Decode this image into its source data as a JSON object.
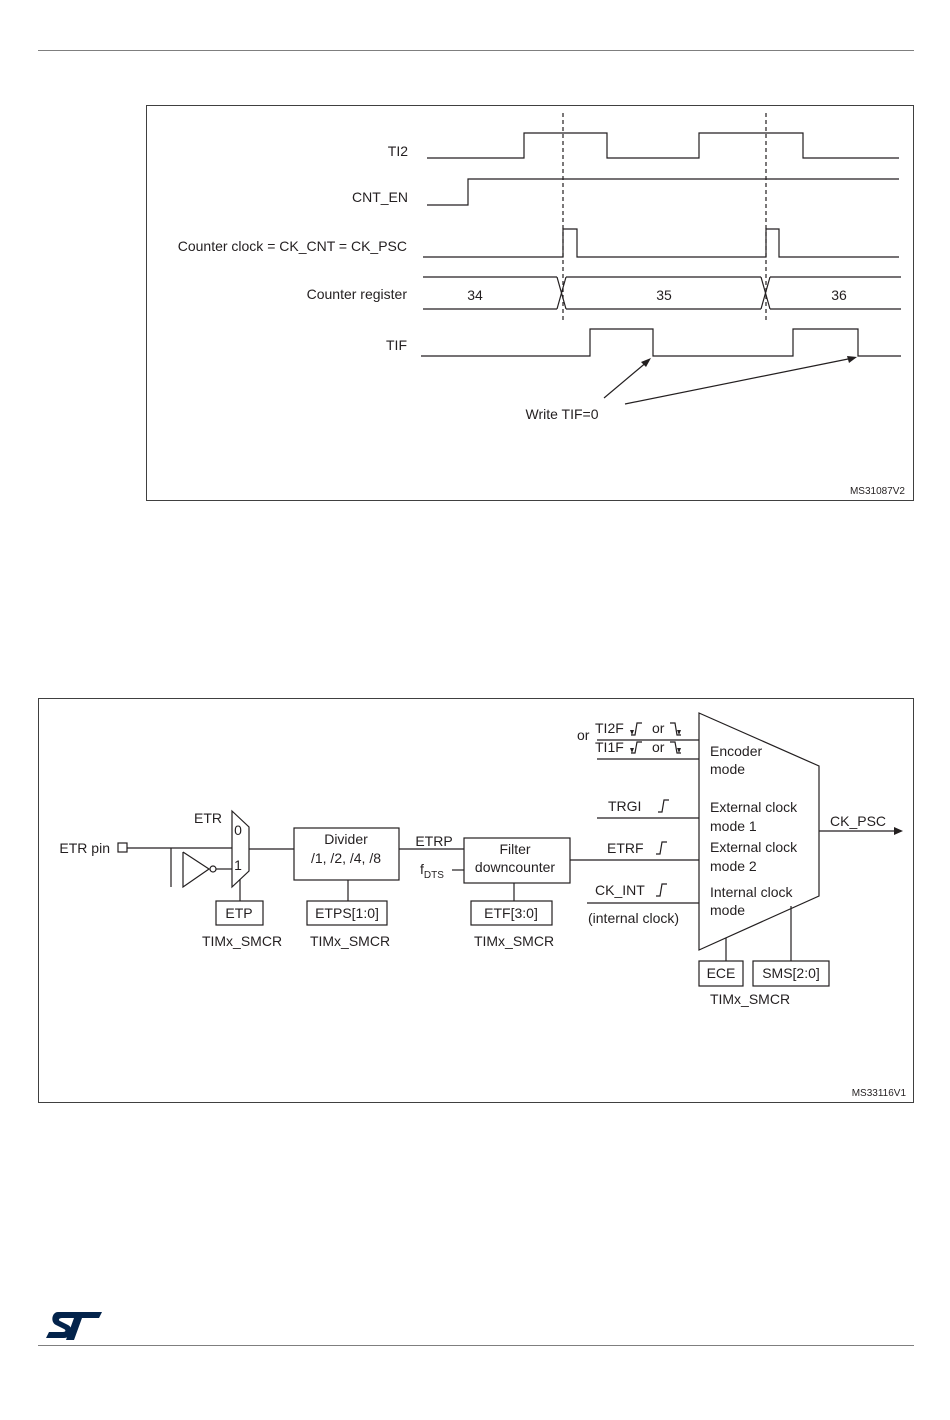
{
  "figure1": {
    "signals": {
      "ti2": "TI2",
      "cnt_en": "CNT_EN",
      "counter_clock": "Counter clock = CK_CNT = CK_PSC",
      "counter_register": "Counter register",
      "tif": "TIF"
    },
    "counter_values": [
      "34",
      "35",
      "36"
    ],
    "annotation": "Write TIF=0",
    "code": "MS31087V2"
  },
  "figure2": {
    "etr_pin": "ETR pin",
    "etr": "ETR",
    "mux_in0": "0",
    "mux_in1": "1",
    "etp": "ETP",
    "divider_line1": "Divider",
    "divider_line2": "/1, /2, /4, /8",
    "etps": "ETPS[1:0]",
    "etrp": "ETRP",
    "fdts_main": "f",
    "fdts_sub": "DTS",
    "filter_line1": "Filter",
    "filter_line2": "downcounter",
    "etf": "ETF[3:0]",
    "reg_etp": "TIMx_SMCR",
    "reg_etps": "TIMx_SMCR",
    "reg_etf": "TIMx_SMCR",
    "reg_sms": "TIMx_SMCR",
    "or_left": "or",
    "ti2f": "TI2F",
    "ti1f": "TI1F",
    "or_ti2": "or",
    "or_ti1": "or",
    "trgi": "TRGI",
    "etrf": "ETRF",
    "ck_int": "CK_INT",
    "internal_clock": "(internal clock)",
    "mode_encoder_1": "Encoder",
    "mode_encoder_2": "mode",
    "mode_ext1_1": "External clock",
    "mode_ext1_2": "mode 1",
    "mode_ext2_1": "External clock",
    "mode_ext2_2": "mode 2",
    "mode_int_1": "Internal clock",
    "mode_int_2": "mode",
    "ck_psc": "CK_PSC",
    "ece": "ECE",
    "sms": "SMS[2:0]",
    "code": "MS33116V1"
  },
  "colors": {
    "line": "#231f20",
    "logo": "#03234b"
  },
  "logo_text": "ST"
}
